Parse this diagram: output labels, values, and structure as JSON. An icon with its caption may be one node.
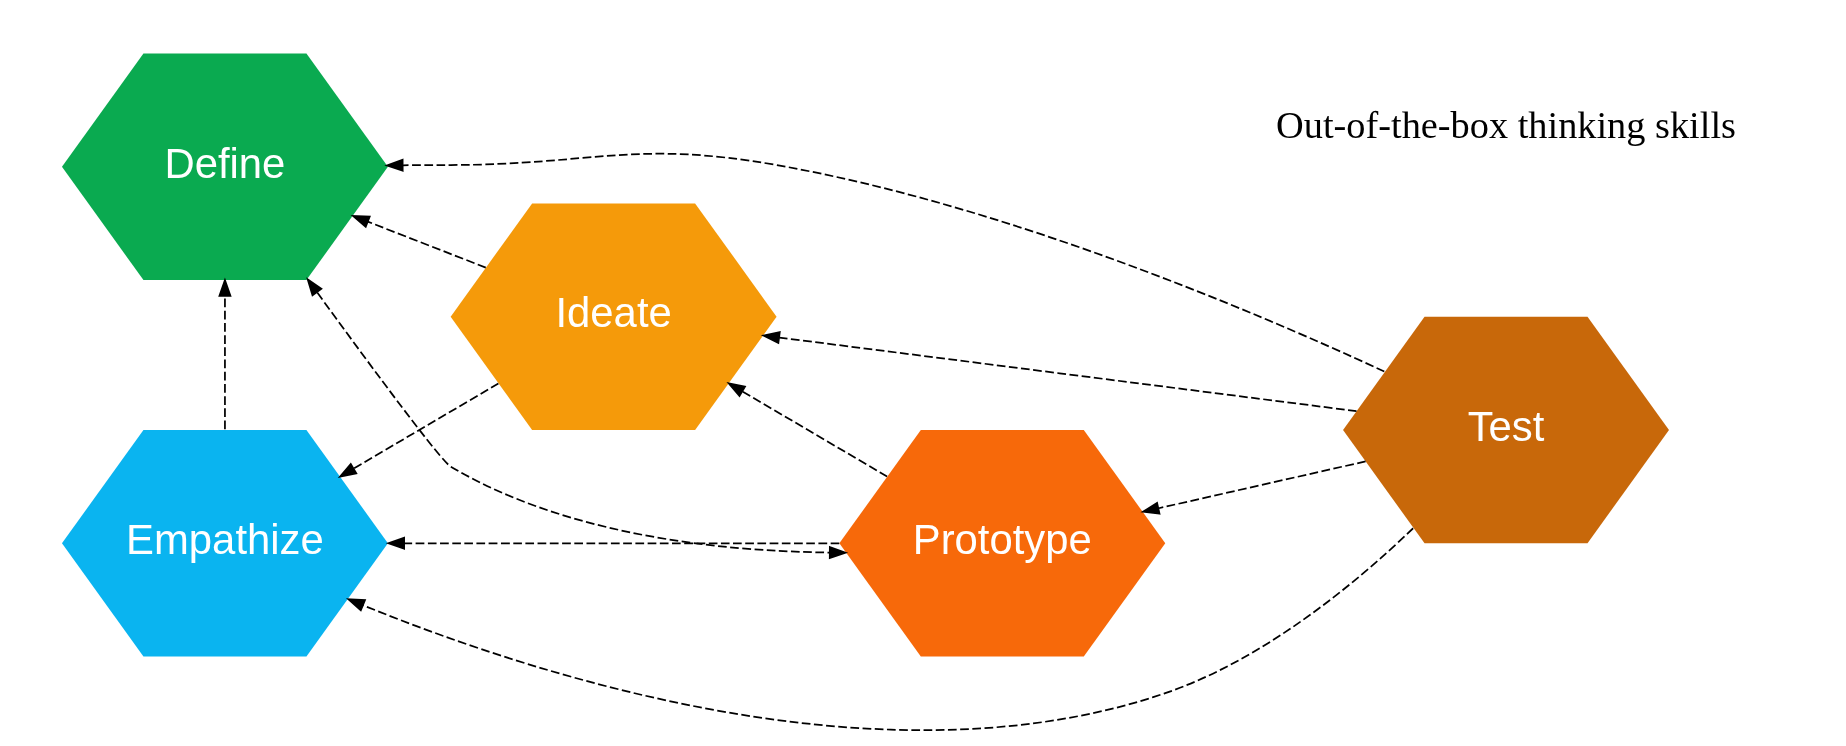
{
  "diagram": {
    "nodes": [
      {
        "text": [
          "Empathize"
        ]
      },
      {
        "text": [
          "Define"
        ]
      },
      {
        "text": [
          "Ideate"
        ]
      },
      {
        "text": [
          "Prototype"
        ]
      },
      {
        "text": [
          "Test"
        ]
      }
    ],
    "edges": [
      {
        "from": 2,
        "to": 0,
        "arrow": "to",
        "style": "dashed"
      },
      {
        "from": 2,
        "to": 1,
        "arrow": "to",
        "style": "dashed"
      },
      {
        "from": 3,
        "to": 0,
        "arrow": "to",
        "style": "dashed"
      },
      {
        "from": 4,
        "to": 2,
        "arrow": "to",
        "style": "dashed"
      },
      {
        "from": 0,
        "to": 1,
        "arrow": "to",
        "style": "dashed"
      },
      {
        "from": 1,
        "to": 3,
        "arrow": "both",
        "style": "dashed"
      },
      {
        "from": 3,
        "to": 2,
        "arrow": "to",
        "style": "dashed"
      },
      {
        "from": 4,
        "to": 3,
        "arrow": "to",
        "style": "dashed"
      },
      {
        "from": 4,
        "to": 0,
        "arrow": "to",
        "style": "dashed"
      },
      {
        "from": 4,
        "to": 1,
        "arrow": "to",
        "style": "dashed"
      }
    ],
    "labels": [
      "Out-of-the-box thinking skills"
    ]
  }
}
